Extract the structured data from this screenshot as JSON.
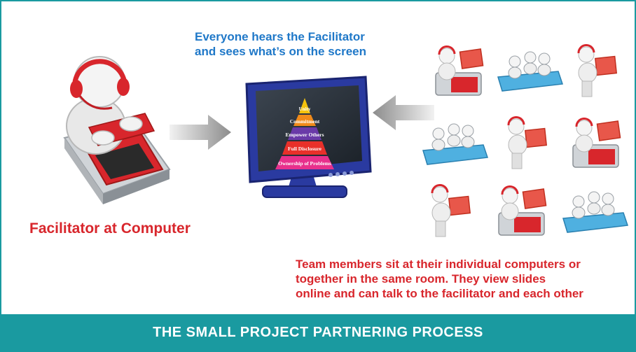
{
  "headline": {
    "line1": "Everyone hears the Facilitator",
    "line2": "and sees what’s on the screen"
  },
  "facilitator_label": "Facilitator at Computer",
  "pyramid_levels": [
    "Unity",
    "Commitment",
    "Empower Others",
    "Full Disclosure",
    "Ownership of Problems"
  ],
  "team_text": {
    "line1": "Team members sit at their individual computers or",
    "line2": "together in the same room. They view slides",
    "line3": "online and can talk to the facilitator and each other"
  },
  "footer_title": "THE SMALL PROJECT PARTNERING PROCESS",
  "colors": {
    "border": "#1a9aa0",
    "footer_bg": "#1a9aa0",
    "headline": "#1f78c8",
    "accent_red": "#d8262c",
    "monitor_blue": "#2a3aa0",
    "desk_blue": "#4fb0e0"
  }
}
